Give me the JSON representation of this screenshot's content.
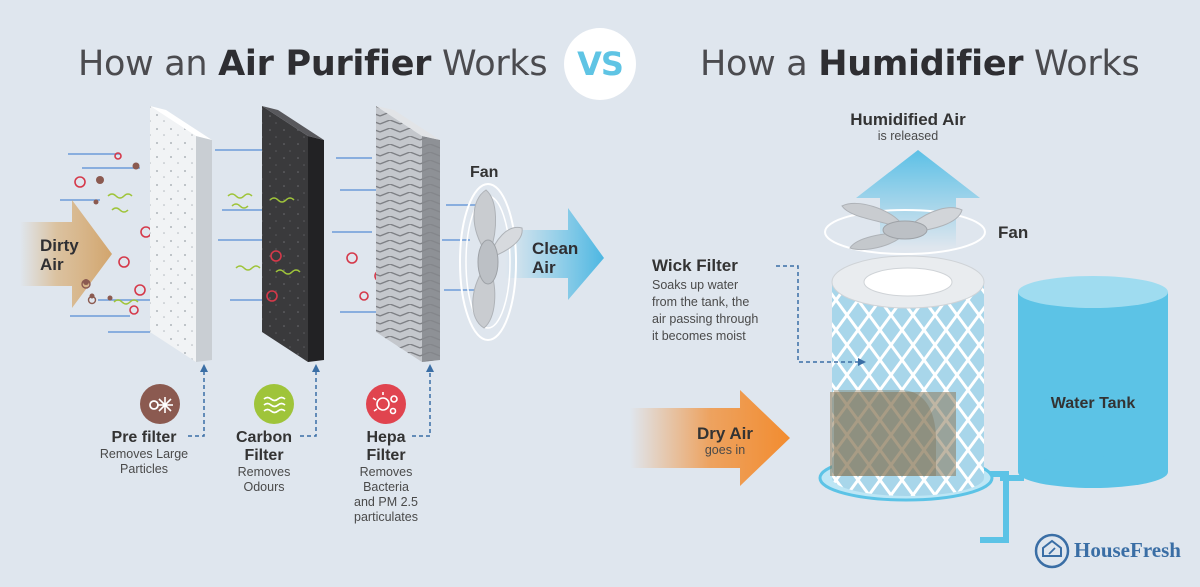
{
  "titles": {
    "left_prefix": "How an ",
    "left_bold": "Air Purifier",
    "left_suffix": " Works",
    "vs": "VS",
    "right_prefix": "How a ",
    "right_bold": "Humidifier",
    "right_suffix": " Works"
  },
  "purifier": {
    "dirty_air": [
      "Dirty",
      "Air"
    ],
    "clean_air": [
      "Clean",
      "Air"
    ],
    "fan": "Fan",
    "filters": [
      {
        "name": "Pre filter",
        "desc": [
          "Removes Large",
          "Particles"
        ],
        "badge_color": "#8b5a50",
        "icon": "particles-icon"
      },
      {
        "name_lines": [
          "Carbon",
          "Filter"
        ],
        "desc": [
          "Removes",
          "Odours"
        ],
        "badge_color": "#9fc43a",
        "icon": "odour-waves-icon"
      },
      {
        "name_lines": [
          "Hepa",
          "Filter"
        ],
        "desc": [
          "Removes",
          "Bacteria",
          "and PM 2.5",
          "particulates"
        ],
        "badge_color": "#e0444f",
        "icon": "bacteria-icon"
      }
    ]
  },
  "humidifier": {
    "humidified_air": "Humidified Air",
    "released": "is released",
    "fan": "Fan",
    "wick_filter": "Wick Filter",
    "wick_desc": [
      "Soaks up water",
      "from the tank, the",
      "air passing through",
      "it becomes moist"
    ],
    "dry_air": "Dry Air",
    "goes_in": "goes in",
    "water_tank": "Water Tank"
  },
  "brand": "HouseFresh",
  "colors": {
    "background": "#dfe6ee",
    "dirty_arrow": "#d9b27e",
    "clean_arrow": "#5cc0e6",
    "dry_arrow": "#f28c30",
    "water": "#5cc3e6",
    "carbon": "#3a3a3c",
    "bacteria": "#d5394a"
  }
}
